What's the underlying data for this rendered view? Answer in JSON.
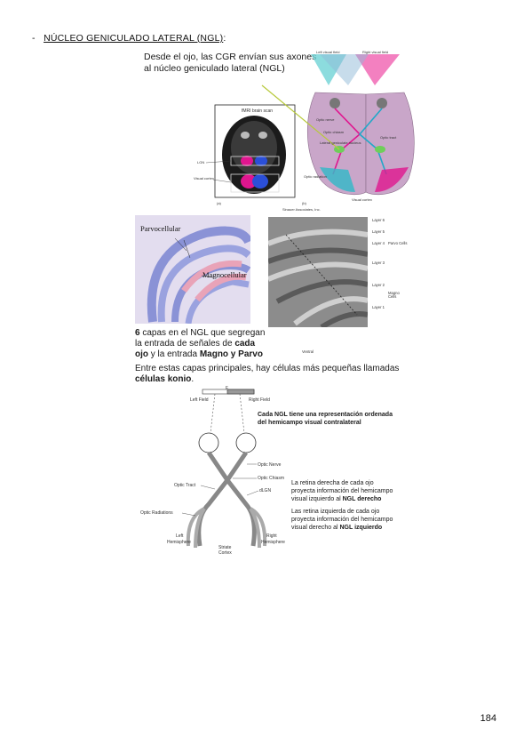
{
  "section": {
    "bullet": "-",
    "title": "NÚCLEO GENICULADO LATERAL (NGL)",
    "colon": ":"
  },
  "fig1": {
    "caption_line1": "Desde el ojo, las CGR envían sus axones",
    "caption_line2": "al núcleo geniculado lateral (NGL)",
    "mri_title": "fMRI brain scan",
    "lgn": "LGN",
    "visual_cortex": "Visual cortex",
    "label_a": "(a)",
    "label_b": "(b)",
    "left_field": "Left visual field",
    "right_field": "Right visual field",
    "optic_nerve": "Optic nerve",
    "optic_chiasm": "Optic chiasm",
    "lateral_geniculate": "Lateral geniculate nucleus",
    "optic_tract": "Optic tract",
    "optic_radiation": "Optic radiation",
    "visual_cortex_b": "Visual cortex",
    "credit": "Sinauer Associates, Inc."
  },
  "fig2": {
    "parvo": "Parvocellular",
    "magno": "Magnocellular",
    "layers": [
      "Layer 6",
      "Layer 5",
      "Layer 4",
      "Layer 3",
      "Layer 2",
      "Layer 1"
    ],
    "parvo_cells": "Parvo Cells",
    "magno_cells": "Magno Cells",
    "ventral": "Ventral",
    "text_a1": "6",
    "text_a2": " capas en el NGL que segregan",
    "text_b1": "la entrada de señales de ",
    "text_b2": "cada",
    "text_c1": "ojo",
    "text_c2": " y la entrada ",
    "text_c3": "Magno y Parvo",
    "text_d": "Entre estas capas principales, hay células más pequeñas llamadas",
    "text_e1": "células konio",
    "text_e2": "."
  },
  "fig3": {
    "f": "F",
    "left_field": "Left Field",
    "right_field": "Right Field",
    "bold_title_1": "Cada NGL tiene una representación ordenada",
    "bold_title_2": "del hemicampo visual contralateral",
    "optic_nerve": "Optic Nerve",
    "optic_chiasm": "Optic Chiasm",
    "optic_tract": "Optic Tract",
    "dlgn": "dLGN",
    "optic_radiations": "Optic Radiations",
    "left_hemisphere_1": "Left",
    "left_hemisphere_2": "Hemisphere",
    "right_hemisphere_1": "Right",
    "right_hemisphere_2": "Hemisphere",
    "striate_1": "Striate",
    "striate_2": "Cortex",
    "p1_l1": "La retina derecha de cada ojo",
    "p1_l2": "proyecta información del hemicampo",
    "p1_l3a": "visual izquierdo al ",
    "p1_l3b": "NGL derecho",
    "p2_l1": "Las retina izquierda de cada ojo",
    "p2_l2": "proyecta información del hemicampo",
    "p2_l3a": "visual derecho al ",
    "p2_l3b": "NGL izquierdo"
  },
  "page_number": "184"
}
